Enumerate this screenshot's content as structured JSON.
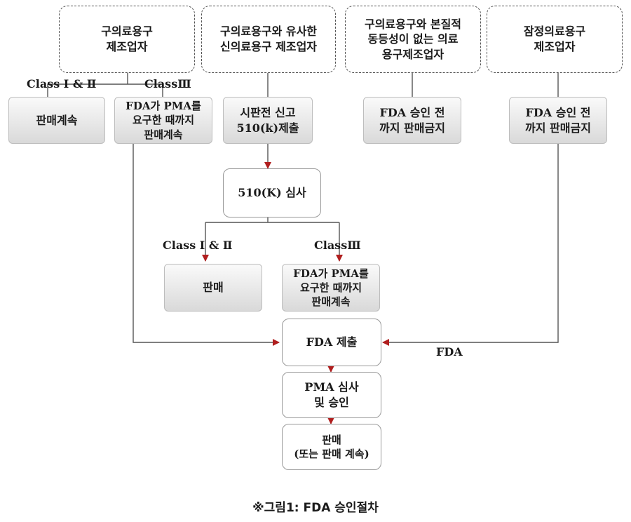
{
  "manufacturers": {
    "predicate": "구의료용구\n제조업자",
    "similar_new": "구의료용구와 유사한\n신의료용구 제조업자",
    "not_equivalent": "구의료용구와 본질적\n동등성이 없는 의료\n용구제조업자",
    "provisional": "잠정의료용구\n제조업자"
  },
  "steps": {
    "continue_sale": "판매계속",
    "pma_continue_top": "FDA가 PMA를\n요구한 때까지\n판매계속",
    "premarket_510k": "시판전 신고\n510(k)제출",
    "ban_until_approval_1": "FDA 승인 전\n까지 판매금지",
    "ban_until_approval_2": "FDA 승인 전\n까지 판매금지",
    "review_510k": "510(K) 심사",
    "sale": "판매",
    "pma_continue_mid": "FDA가 PMA를\n요구한 때까지\n판매계속",
    "fda_submit": "FDA 제출",
    "pma_review": "PMA 심사\n및 승인",
    "final_sale": "판매\n(또는 판매 계속)"
  },
  "labels": {
    "class_1_2_top": "Class Ⅰ & Ⅱ",
    "class_3_top": "ClassⅢ",
    "class_1_2_mid": "Class Ⅰ & Ⅱ",
    "class_3_mid": "ClassⅢ",
    "fda_edge": "FDA"
  },
  "caption": "※그림1: FDA 승인절차",
  "colors": {
    "arrow": "#b01e1e",
    "line": "#555555",
    "box_fill_top": "#fafafa",
    "box_fill_bottom": "#d9d9d9"
  }
}
